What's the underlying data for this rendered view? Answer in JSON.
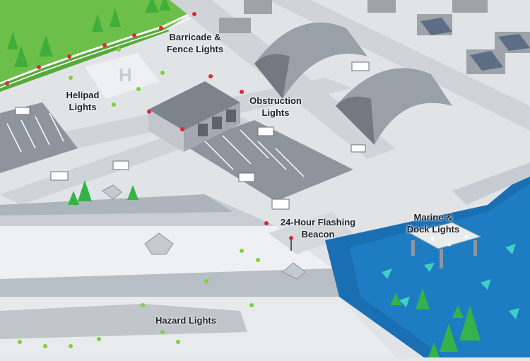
{
  "labels": {
    "barricade": "Barricade &\nFence Lights",
    "helipad": "Helipad\nLights",
    "obstruction": "Obstruction\nLights",
    "beacon": "24-Hour Flashing\nBeacon",
    "marine": "Marine &\nDock Lights",
    "hazard": "Hazard Lights"
  },
  "colors": {
    "grass": "#6cc04a",
    "grass_dark": "#4fa236",
    "ground": "#dcdfe3",
    "road": "#cfd3d8",
    "curb": "#f4f5f6",
    "building_roof": "#8a8f96",
    "building_wall": "#b9bdc2",
    "hangar": "#9aa0a7",
    "solar": "#6f7f96",
    "cliff": "#c7ccd2",
    "cliff_face": "#a9afb7",
    "snow": "#eef0f2",
    "water": "#1a6fb3",
    "water_deep": "#145e9c",
    "water_accent": "#3fd0c5",
    "tree": "#35b24a",
    "light_red": "#e0263a",
    "light_green": "#7fd03a"
  }
}
